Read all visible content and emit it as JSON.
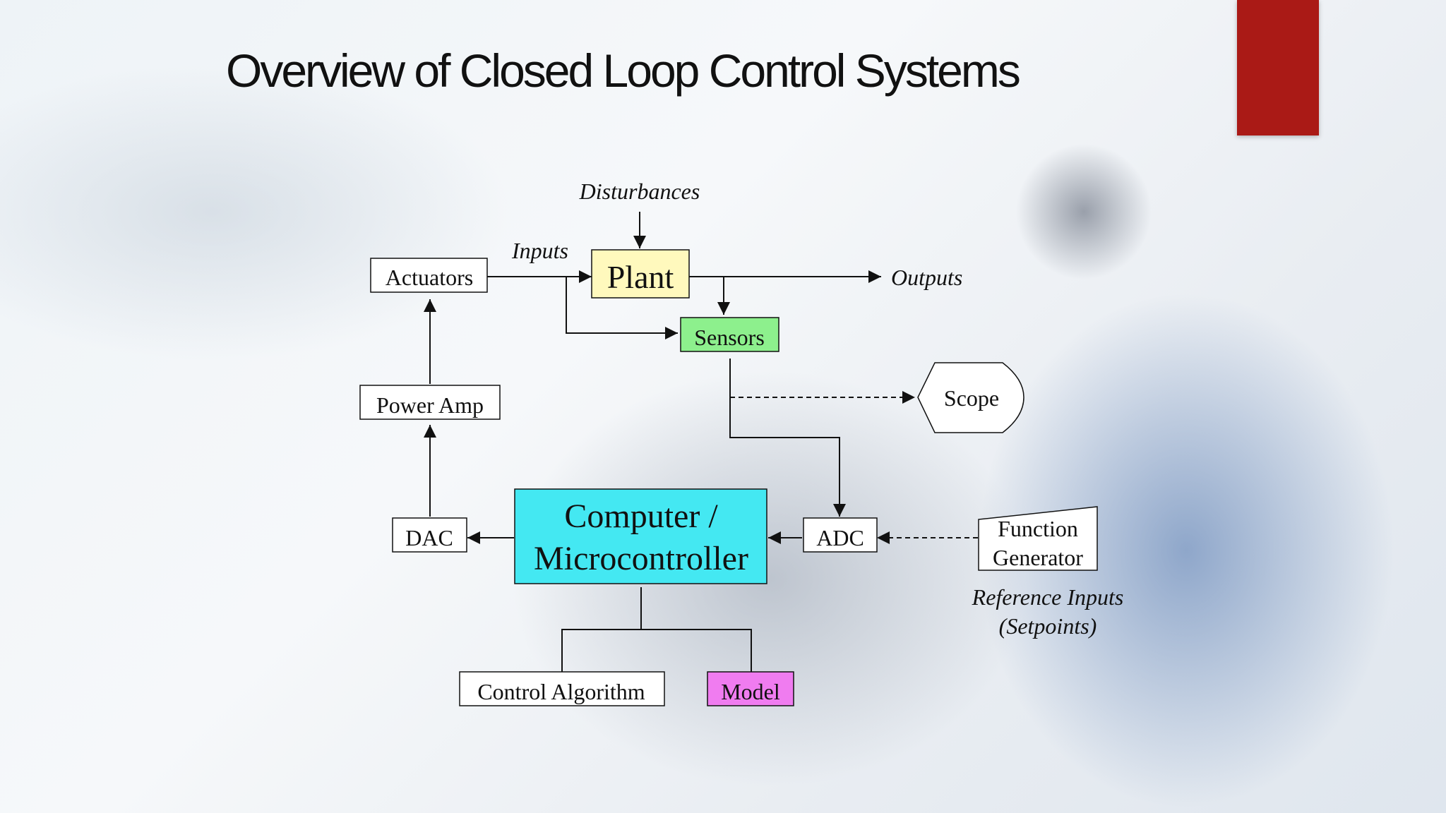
{
  "slide": {
    "title": "Overview of Closed Loop Control Systems"
  },
  "diagram": {
    "labels": {
      "disturbances": "Disturbances",
      "inputs": "Inputs",
      "outputs": "Outputs",
      "reference_inputs_line1": "Reference Inputs",
      "reference_inputs_line2": "(Setpoints)"
    },
    "blocks": {
      "actuators": "Actuators",
      "plant": "Plant",
      "sensors": "Sensors",
      "scope": "Scope",
      "power_amp": "Power Amp",
      "computer_line1": "Computer /",
      "computer_line2": "Microcontroller",
      "dac": "DAC",
      "adc": "ADC",
      "function_generator_line1": "Function",
      "function_generator_line2": "Generator",
      "control_algorithm": "Control Algorithm",
      "model": "Model"
    },
    "colors": {
      "plant": "#fff9bd",
      "sensors": "#8df08d",
      "computer": "#44e8f2",
      "model": "#f07cf0",
      "accent": "#aa1a16"
    }
  }
}
